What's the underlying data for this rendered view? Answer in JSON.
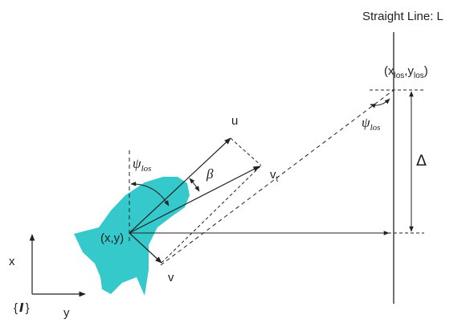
{
  "labels": {
    "straight_line": "Straight  Line: L",
    "los_point_open": "(x",
    "los_sub_x": "los",
    "los_comma": ",y",
    "los_sub_y": "los",
    "los_close": ")",
    "u": "u",
    "v": "v",
    "vt_base": "v",
    "vt_sub": "t",
    "beta": "β",
    "psi": "ψ",
    "psi_sub": "los",
    "delta": "Δ",
    "position": "(x,y)",
    "axis_x": "x",
    "axis_y": "y",
    "frame_open": "{",
    "frame_i": "I",
    "frame_close": "}"
  },
  "colors": {
    "vessel": "#35c9cc",
    "ink": "#222222"
  }
}
